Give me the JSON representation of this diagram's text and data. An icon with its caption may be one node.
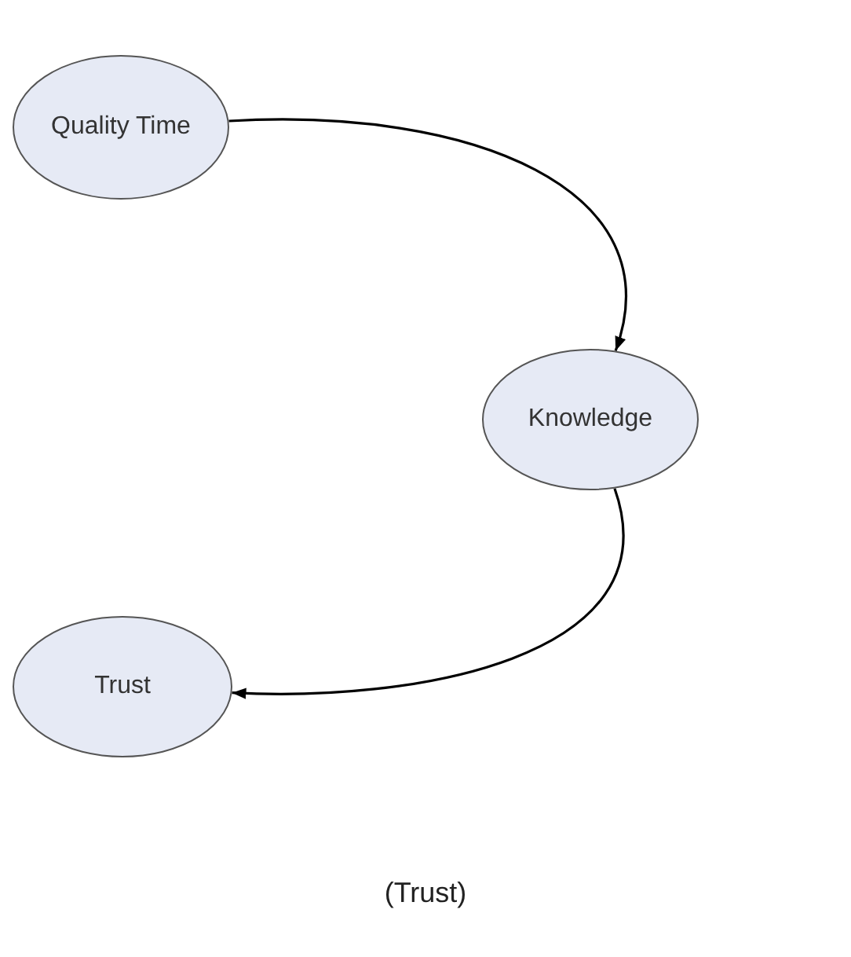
{
  "diagram": {
    "caption": "(Trust)",
    "nodes": [
      {
        "text": [
          "Quality Time"
        ]
      },
      {
        "text": [
          "Knowledge"
        ]
      },
      {
        "text": [
          "Trust"
        ]
      }
    ],
    "edges": [
      {
        "from": 0,
        "to": 1,
        "arrow": "to"
      },
      {
        "from": 1,
        "to": 2,
        "arrow": "to"
      }
    ]
  }
}
